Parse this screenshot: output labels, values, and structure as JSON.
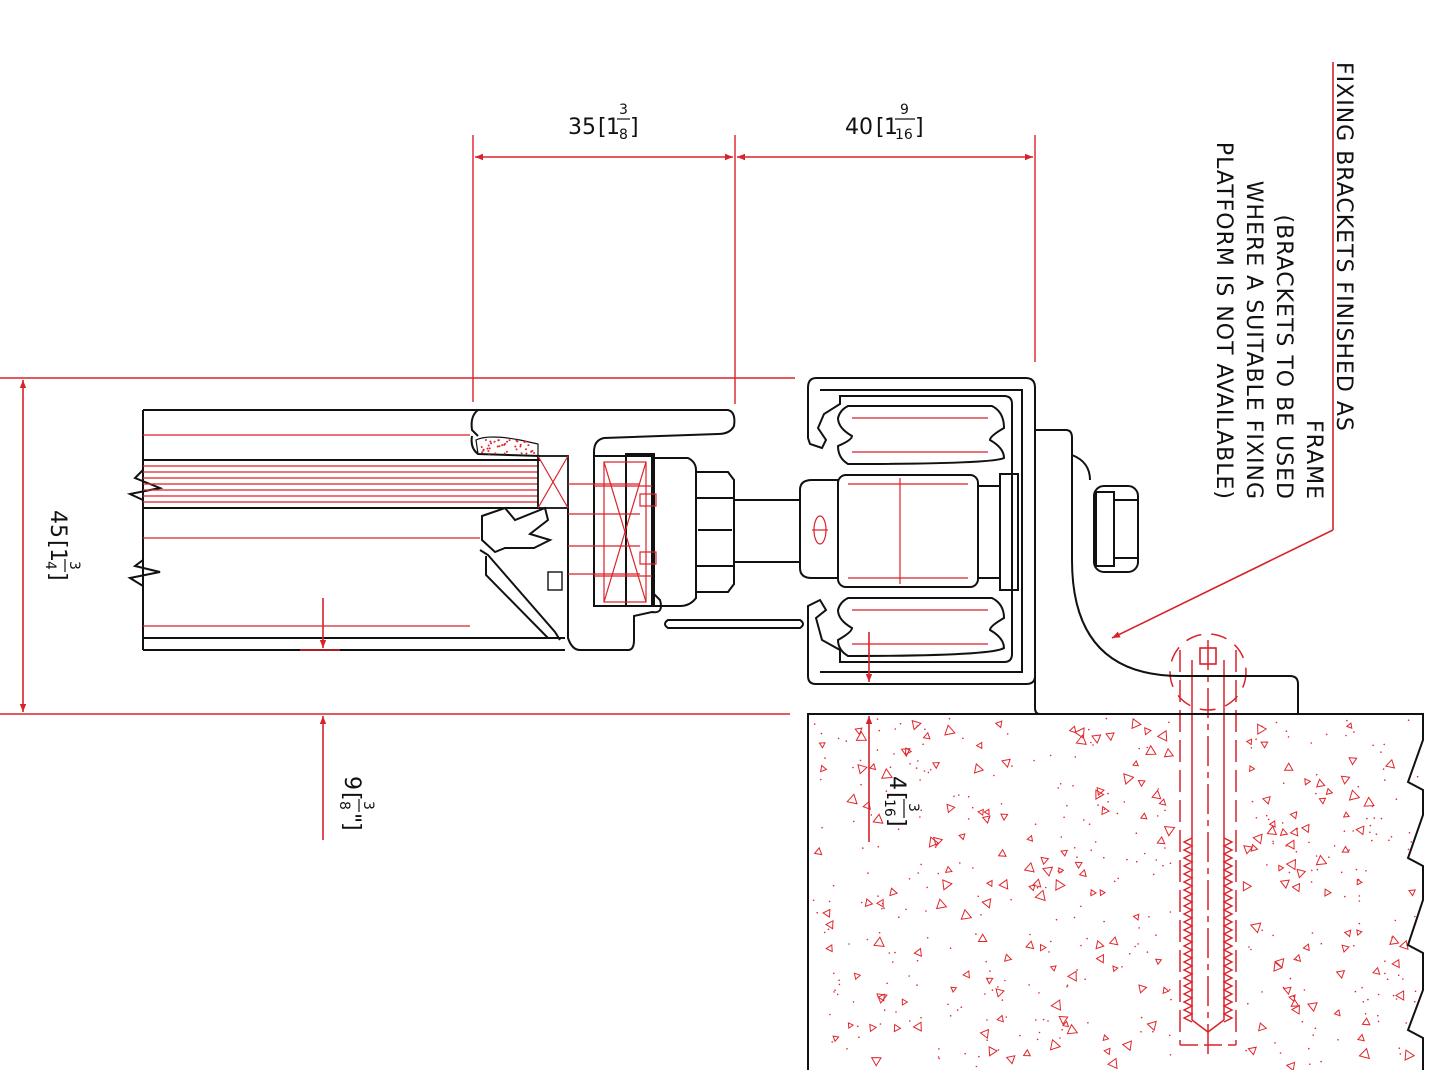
{
  "colors": {
    "line": "#111111",
    "dimension": "#d9222a",
    "hatch": "#e0262c",
    "background": "#ffffff"
  },
  "dimensions": {
    "d35": {
      "value": "35",
      "frac_whole": "1",
      "frac_num": "3",
      "frac_den": "8"
    },
    "d40": {
      "value": "40",
      "frac_whole": "1",
      "frac_num": "9",
      "frac_den": "16"
    },
    "d45": {
      "value": "45",
      "frac_whole": "1",
      "frac_num": "3",
      "frac_den": "4"
    },
    "d9": {
      "value": "9",
      "frac_num": "3",
      "frac_den": "8",
      "unit": "\""
    },
    "d4": {
      "value": "4",
      "frac_num": "3",
      "frac_den": "16"
    }
  },
  "note": {
    "lines": [
      "FIXING BRACKETS FINISHED AS",
      "FRAME",
      "(BRACKETS TO BE USED",
      "WHERE A SUITABLE FIXING",
      "PLATFORM IS NOT AVAILABLE)"
    ]
  }
}
